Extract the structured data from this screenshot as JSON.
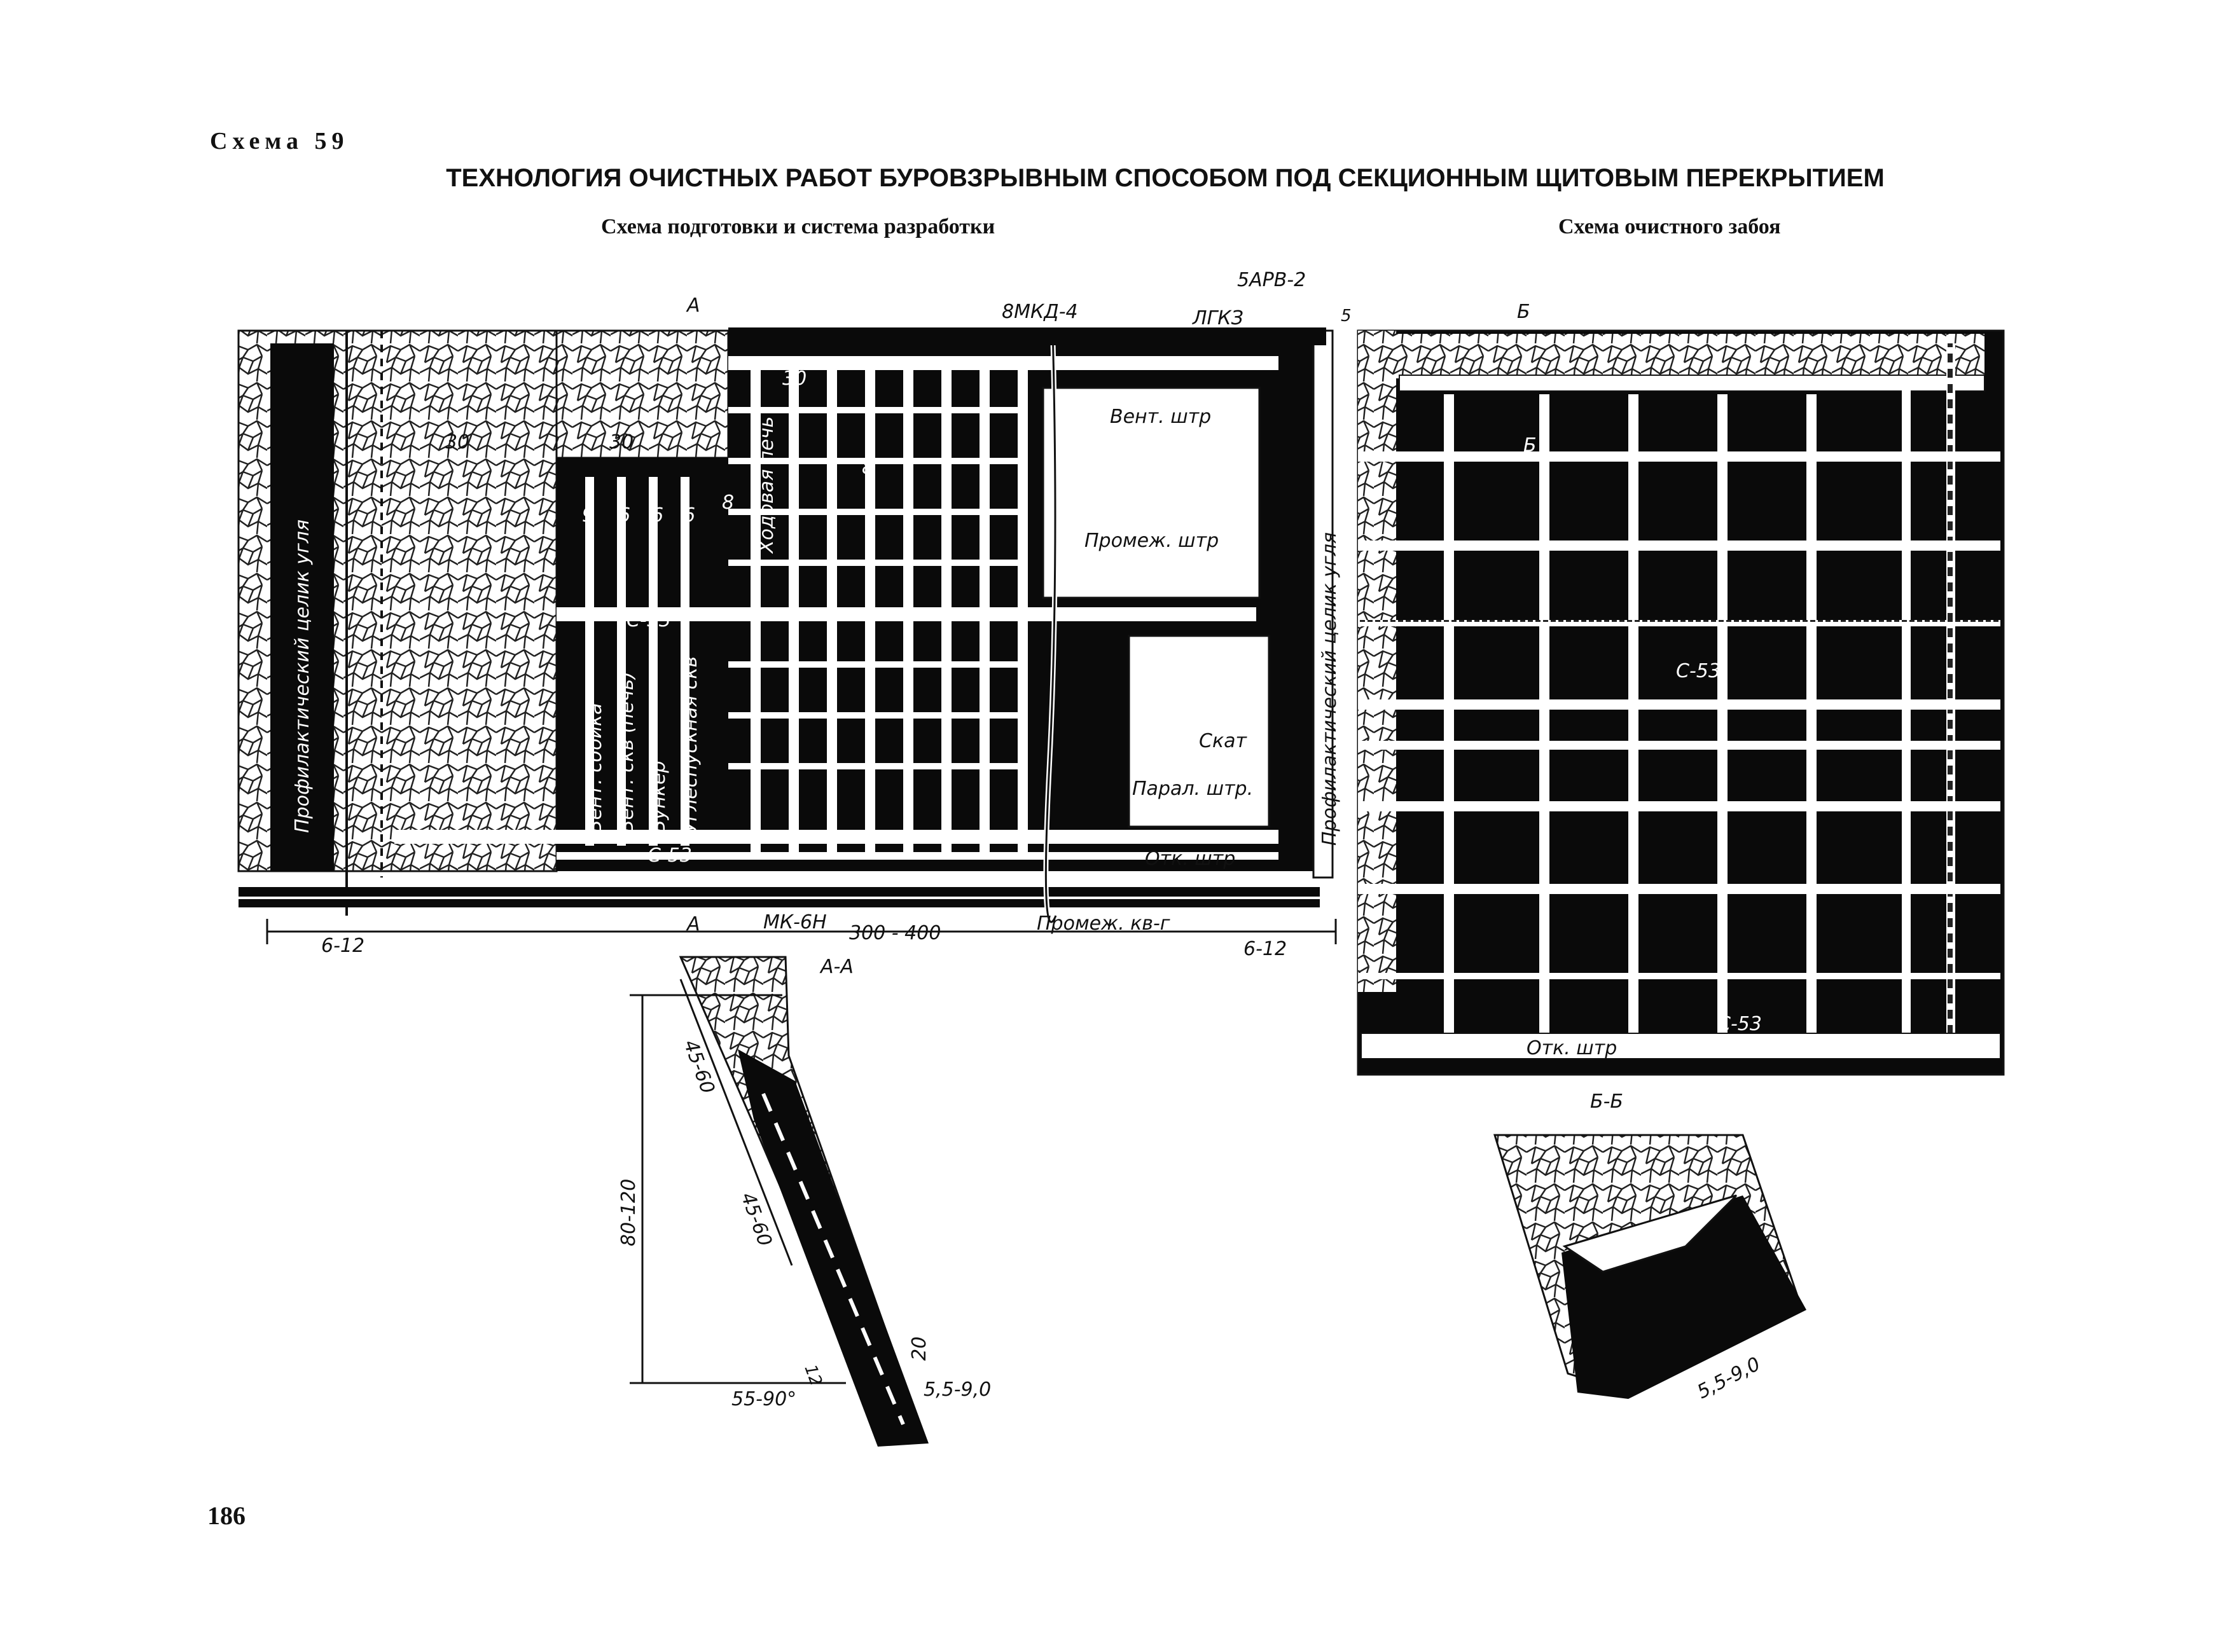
{
  "header": {
    "schema_no": "Схема 59",
    "title": "ТЕХНОЛОГИЯ ОЧИСТНЫХ РАБОТ БУРОВЗРЫВНЫМ СПОСОБОМ ПОД СЕКЦИОННЫМ ЩИТОВЫМ ПЕРЕКРЫТИЕМ",
    "subtitle_left": "Схема подготовки и система разработки",
    "subtitle_right": "Схема очистного забоя"
  },
  "page_number": "186",
  "plan": {
    "label_5arv": "5АРВ-2",
    "label_lgkz": "ЛГКЗ",
    "label_8mkd": "8МКД-4",
    "label_vent_shtr": "Вент. штр",
    "label_promezh_shtr": "Промеж. штр",
    "label_skat": "Скат",
    "label_paral_shtr": "Парал. штр.",
    "label_otk_shtr": "Отк. штр",
    "label_mk6n": "МК-6Н",
    "label_promezh_kvg": "Промеж. кв-г",
    "label_s53": "С-53",
    "label_s53_b": "С-53",
    "label_khodovaya": "Ходовая печь",
    "label_vent_sboyka": "Вент. сбойка",
    "label_vent_skv": "Вент. скв (печь)",
    "label_bunker": "Бункер",
    "label_ugleperepusk": "Углеспускная скв",
    "label_pillar_left": "Профилактический целик угля",
    "label_pillar_right": "Профилактический целик угля",
    "dim_300_400": "300 - 400",
    "dim_6_12_left": "6-12",
    "dim_6_12_right": "6-12",
    "dim_30a": "30",
    "dim_30b": "30",
    "dim_30c": "30",
    "dim_8a": "8",
    "dim_8b": "8",
    "dim_9": "9",
    "dim_6a": "6",
    "dim_6b": "6",
    "dim_6c": "6",
    "dim_5": "5",
    "section_a": "А",
    "section_a2": "А"
  },
  "section_aa": {
    "title": "А-А",
    "dim_45_60_a": "45-60",
    "dim_45_60_b": "45-60",
    "dim_80_120": "80-120",
    "dim_20": "20",
    "dim_12": "12",
    "dim_5_5_9": "5,5-9,0",
    "angle": "55-90°"
  },
  "face": {
    "section_b": "Б",
    "section_b2": "Б",
    "label_s53a": "С-53",
    "label_s53b": "С-53",
    "label_otk_shtr": "Отк. штр"
  },
  "section_bb": {
    "title": "Б-Б",
    "dim": "5,5-9,0"
  }
}
